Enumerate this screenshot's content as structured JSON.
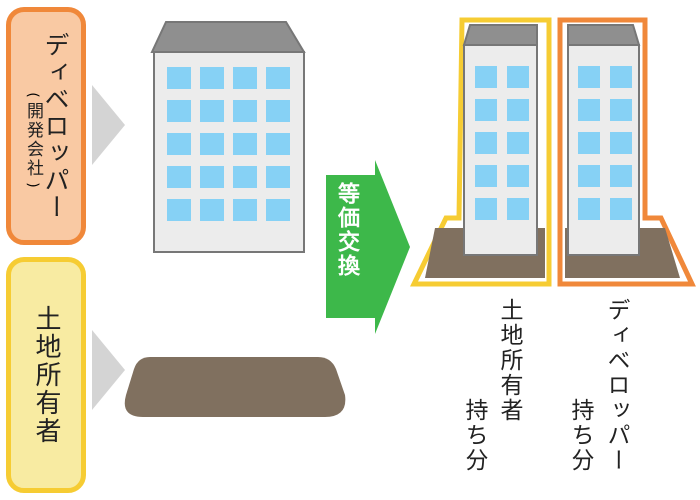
{
  "developer": {
    "main": "ディベロッパー",
    "sub": "開発会社",
    "paren_open": "(",
    "paren_close": ")"
  },
  "owner": {
    "label": "土地所有者"
  },
  "exchange": {
    "label": "等価交換"
  },
  "shares": {
    "owner_line1": "土地所有者",
    "owner_line2": "持ち分",
    "developer_line1": "ディベロッパー",
    "developer_line2": "持ち分"
  },
  "colors": {
    "developer_fill": "#f9c9a3",
    "developer_border": "#f0883a",
    "owner_fill": "#f8eba2",
    "owner_border": "#f6cc33",
    "building_wall": "#ececec",
    "building_roof": "#8f8f8f",
    "window": "#86d1f5",
    "land": "#80705f",
    "arrow": "#3db84a",
    "chevron": "#d4d4d4"
  }
}
